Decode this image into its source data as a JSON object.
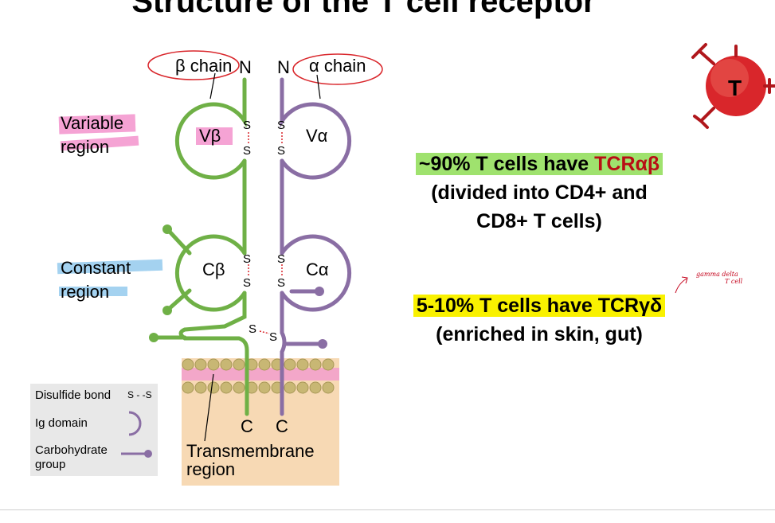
{
  "title": "Structure of the T cell receptor",
  "diagram": {
    "beta_chain": "β chain",
    "alpha_chain": "α chain",
    "n_left": "N",
    "n_right": "N",
    "v_beta": "Vβ",
    "v_alpha": "Vα",
    "c_beta": "Cβ",
    "c_alpha": "Cα",
    "s": "S",
    "c_left": "C",
    "c_right": "C",
    "variable_region": [
      "Variable",
      "region"
    ],
    "constant_region": [
      "Constant",
      "region"
    ],
    "transmembrane_region": [
      "Transmembrane",
      "region"
    ],
    "legend": {
      "disulfide_label": "Disulfide bond",
      "disulfide_symbol": "S - -S",
      "ig_domain_label": "Ig domain",
      "carbohydrate_label": [
        "Carbohydrate",
        "group"
      ]
    },
    "cell_label": "T"
  },
  "stats": {
    "ab_prefix": "~90% T cells have ",
    "ab_highlight": "TCRαβ",
    "ab_line2": "(divided into CD4+ and",
    "ab_line3": "CD8+ T cells)",
    "gd_main": "5-10% T cells have TCRγδ",
    "gd_line2": "(enriched in skin, gut)",
    "handwritten_note": [
      "gamma delta",
      "T cell"
    ]
  },
  "colors": {
    "beta_chain": "#6fb046",
    "alpha_chain": "#8a6ea4",
    "membrane_bg": "#f7d9b4",
    "membrane_band": "#f3a7c9",
    "membrane_beads": "#c8b774",
    "highlight_pink": "#f5a3d4",
    "highlight_blue": "#a4d2f0",
    "highlight_green": "#9fe26e",
    "highlight_yellow": "#f9f100",
    "accent_red": "#b80d14",
    "tcell": "#d9262b"
  }
}
